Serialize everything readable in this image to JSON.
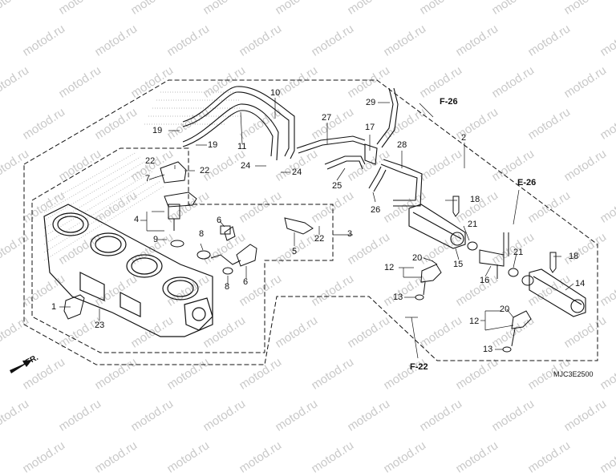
{
  "watermark": {
    "text": "motod.ru"
  },
  "diagram_code": "MJC3E2500",
  "front_label": "FR.",
  "references": {
    "f26": "F-26",
    "e26": "E-26",
    "f22": "F-22"
  },
  "callouts": {
    "c1": "1",
    "c2": "2",
    "c3": "3",
    "c4": "4",
    "c5": "5",
    "c6a": "6",
    "c6b": "6",
    "c7": "7",
    "c8a": "8",
    "c8b": "8",
    "c9": "9",
    "c10": "10",
    "c11": "11",
    "c12a": "12",
    "c12b": "12",
    "c13a": "13",
    "c13b": "13",
    "c14": "14",
    "c15": "15",
    "c16": "16",
    "c17": "17",
    "c18a": "18",
    "c18b": "18",
    "c19a": "19",
    "c19b": "19",
    "c20a": "20",
    "c20b": "20",
    "c21a": "21",
    "c21b": "21",
    "c22a": "22",
    "c22b": "22",
    "c22c": "22",
    "c23": "23",
    "c24a": "24",
    "c24b": "24",
    "c25": "25",
    "c26": "26",
    "c27": "27",
    "c28": "28",
    "c29": "29"
  }
}
